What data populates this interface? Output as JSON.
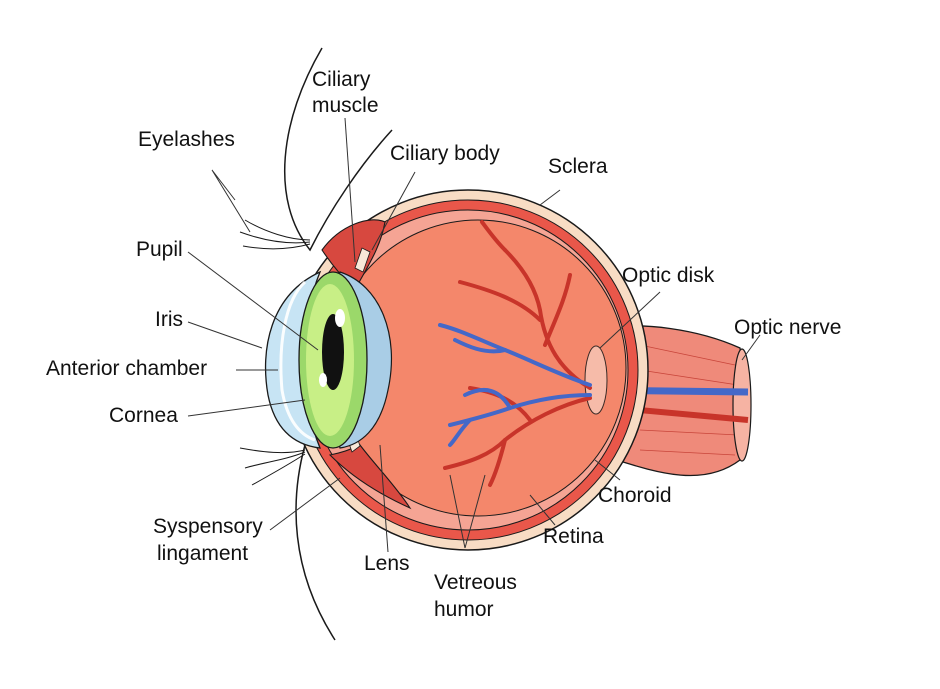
{
  "labels": {
    "ciliary_muscle_l1": "Ciliary",
    "ciliary_muscle_l2": "muscle",
    "eyelashes": "Eyelashes",
    "ciliary_body": "Ciliary body",
    "sclera": "Sclera",
    "pupil": "Pupil",
    "optic_disk": "Optic disk",
    "optic_nerve": "Optic nerve",
    "iris": "Iris",
    "anterior_chamber": "Anterior chamber",
    "cornea": "Cornea",
    "choroid": "Choroid",
    "suspensory_l1": "Syspensory",
    "suspensory_l2": "lingament",
    "retina": "Retina",
    "lens": "Lens",
    "vitreous_l1": "Vetreous",
    "vitreous_l2": "humor"
  },
  "colors": {
    "sclera": "#f8dcc4",
    "choroid": "#e9574a",
    "retina": "#f5a494",
    "vitreous": "#f4876b",
    "ciliary": "#d7483f",
    "iris": "#9bd86a",
    "iris_inner": "#c8ef86",
    "cornea": "#c7e4f4",
    "lens": "#a9cde6",
    "pupil": "#111111",
    "artery": "#c8342a",
    "vein": "#4468c8",
    "optic_nerve": "#ef8a7a",
    "outline": "#1a1a1a"
  }
}
